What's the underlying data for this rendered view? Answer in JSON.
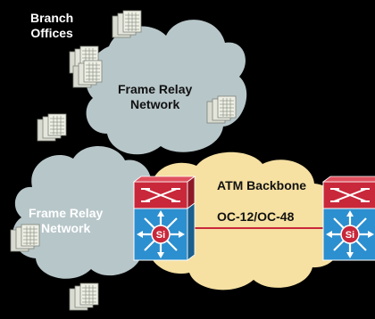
{
  "labels": {
    "branch_offices": [
      "Branch",
      "Offices"
    ],
    "frame_relay_top": [
      "Frame Relay",
      "Network"
    ],
    "frame_relay_left": [
      "Frame Relay",
      "Network"
    ],
    "atm_backbone": "ATM Backbone",
    "oc_speed": "OC-12/OC-48"
  },
  "switch_badge": "Si",
  "colors": {
    "background": "#000000",
    "frame_relay_cloud": "#b7c6c9",
    "atm_cloud": "#f6e0a2",
    "router_red": "#c8283a",
    "switch_blue": "#2c8fcf",
    "link_red": "#c8283a",
    "building": "#e4e6dc"
  }
}
